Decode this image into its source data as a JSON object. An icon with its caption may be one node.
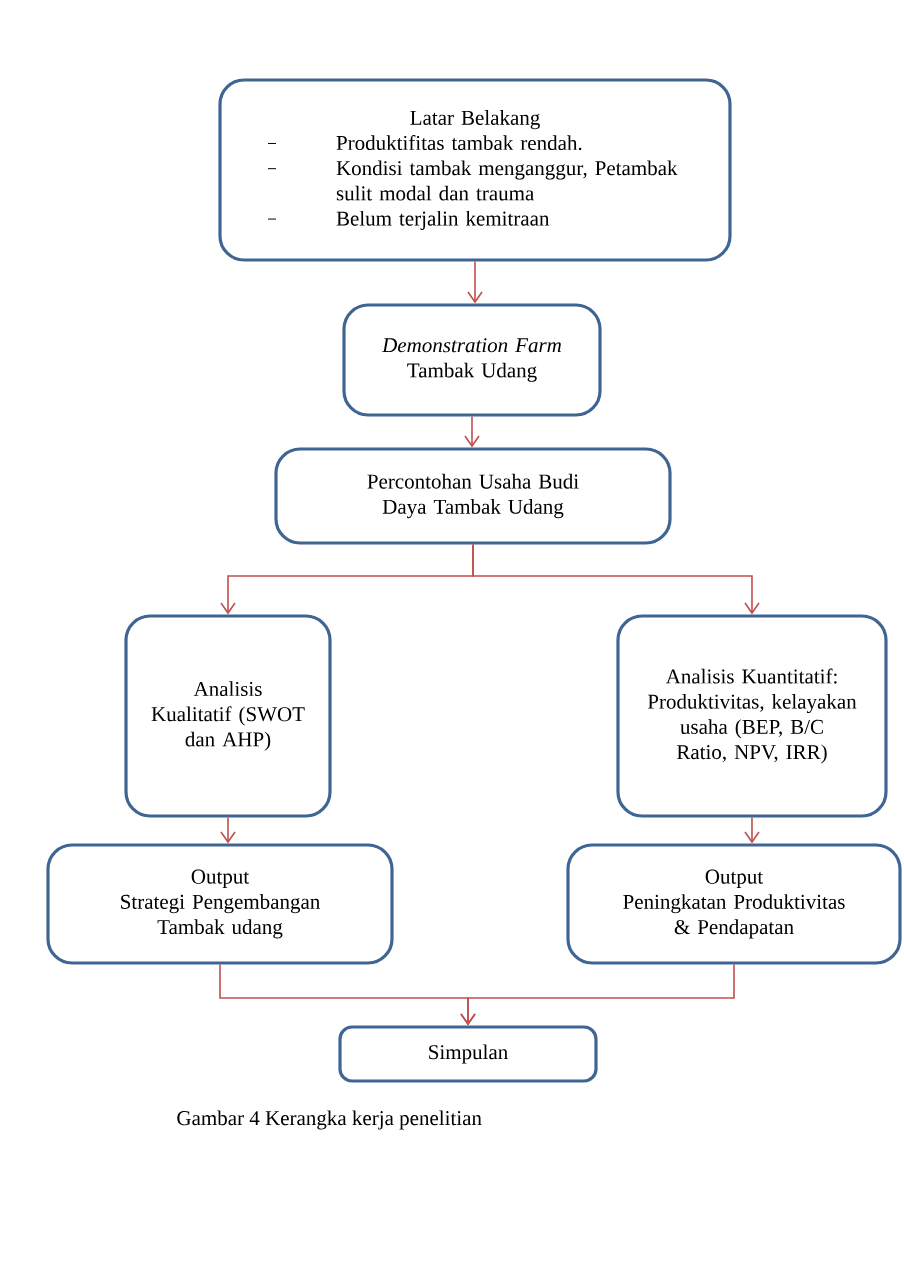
{
  "diagram": {
    "caption": "Gambar 4 Kerangka kerja penelitian",
    "nodes": [
      {
        "text": [
          "Latar Belakang",
          "Produktifitas tambak rendah.",
          "Kondisi tambak menganggur, Petambak sulit modal dan trauma",
          "Belum terjalin kemitraan"
        ]
      },
      {
        "text": [
          "*Demonstration Farm* Tambak Udang"
        ]
      },
      {
        "text": [
          "Percontohan Usaha Budi Daya Tambak Udang"
        ]
      },
      {
        "text": [
          "Analisis Kualitatif (SWOT dan AHP)"
        ]
      },
      {
        "text": [
          "Analisis Kuantitatif: Produktivitas, kelayakan usaha (BEP, B/C Ratio, NPV, IRR)"
        ]
      },
      {
        "text": [
          "Output",
          "Strategi Pengembangan Tambak udang"
        ]
      },
      {
        "text": [
          "Output",
          "Peningkatan Produktivitas & Pendapatan"
        ]
      },
      {
        "text": [
          "Simpulan"
        ]
      }
    ],
    "edges": [
      {
        "from": 0,
        "to": 1,
        "arrow": "to"
      },
      {
        "from": 1,
        "to": 2,
        "arrow": "to"
      },
      {
        "from": 2,
        "to": 3,
        "arrow": "to"
      },
      {
        "from": 2,
        "to": 4,
        "arrow": "to"
      },
      {
        "from": 3,
        "to": 5,
        "arrow": "to"
      },
      {
        "from": 4,
        "to": 6,
        "arrow": "to"
      },
      {
        "from": 5,
        "to": 7,
        "arrow": "to"
      },
      {
        "from": 6,
        "to": 7,
        "arrow": "to"
      }
    ]
  }
}
